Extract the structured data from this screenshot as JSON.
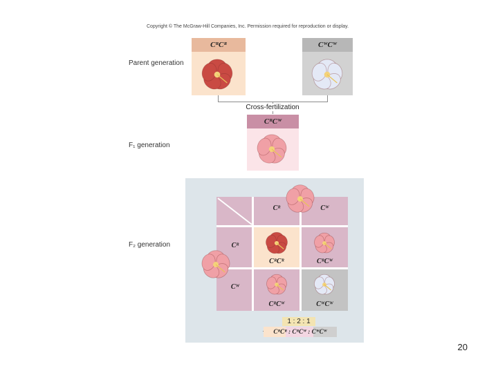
{
  "copyright": "Copyright © The McGraw-Hill Companies, Inc. Permission required for reproduction or display.",
  "labels": {
    "parent": "Parent generation",
    "cross": "Cross-fertilization",
    "f1": "F₁ generation",
    "f2": "F₂ generation"
  },
  "genotypes": {
    "parent_red": "CᴿCᴿ",
    "parent_white": "CᵂCᵂ",
    "f1": "CᴿCᵂ"
  },
  "punnett": {
    "col_headers": [
      "Cᴿ",
      "Cᵂ"
    ],
    "row_headers": [
      "Cᴿ",
      "Cᵂ"
    ],
    "cells": [
      "CᴿCᴿ",
      "CᴿCᵂ",
      "CᴿCᵂ",
      "CᵂCᵂ"
    ]
  },
  "ratio": {
    "numbers": "1 : 2 : 1",
    "genotypes": "CᴿCᴿ : CᴿCᵂ : CᵂCᵂ"
  },
  "colors": {
    "red_flower": "#c94a43",
    "pink_flower": "#f0a0a6",
    "white_flower": "#e4e9f6",
    "red_bg": "#fbe3cc",
    "white_bg": "#d2d2d2",
    "pink_bg": "#fbe4e8",
    "grid_bg": "#d9b7c8",
    "panel_bg": "#dde5ea"
  },
  "page_number": "20"
}
